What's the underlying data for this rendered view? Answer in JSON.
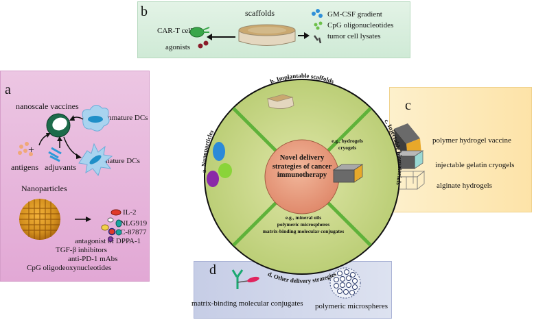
{
  "panel_b": {
    "letter": "b",
    "scaffolds": "scaffolds",
    "car_t_cells": "CAR-T cells",
    "agonists": "agonists",
    "gm_csf": "GM-CSF gradient",
    "cpg_oligo": "CpG oligonucleotides",
    "tumor_lysates": "tumor cell lysates"
  },
  "panel_a": {
    "letter": "a",
    "nanoscale_vaccines": "nanoscale vaccines",
    "immature_dcs": "immature DCs",
    "mature_dcs": "mature DCs",
    "antigens": "antigens",
    "plus": "+",
    "adjuvants": "adjuvants",
    "nanoparticles": "Nanoparticles",
    "il2": "IL-2",
    "nlg919": "NLG919",
    "nsc": "NSC-87877",
    "dppa": "antagonist of DPPA-1",
    "tgf": "TGF-β inhibitors",
    "pd1": "anti-PD-1 mAbs",
    "cpg_odn": "CpG oligodeoxynucleotides"
  },
  "panel_c": {
    "letter": "c",
    "polymer_vaccine": "polymer hydrogel vaccine",
    "gelatin_cryogels": "injectable gelatin cryogels",
    "alginate": "alginate hydrogels"
  },
  "panel_d": {
    "letter": "d",
    "matrix_conjugates": "matrix-binding molecular conjugates",
    "microspheres": "polymeric microspheres"
  },
  "center": {
    "title_line1": "Novel delivery",
    "title_line2": "strategies of cancer",
    "title_line3": "immunotherapy",
    "quadrant_top": "b. Implantable scaffolds",
    "quadrant_right": "c. Injectable biomaterials",
    "quadrant_bottom": "d. Other delivery strategies",
    "quadrant_left": "a. Nanoparticles",
    "inject_eg1": "e.g., hydrogels",
    "inject_eg2": "cryogels",
    "other_eg1": "e.g., mineral oils",
    "other_eg2": "polymeric microspheres",
    "other_eg3": "matrix-binding molecular conjugates"
  },
  "colors": {
    "circle_fill": "#c9d98c",
    "circle_divider": "#5fb23a",
    "center_fill": "#e6967a",
    "panel_a_bg": "#e2a8d5",
    "panel_b_bg": "#d5edda",
    "panel_c_bg": "#fde3a8",
    "panel_d_bg": "#c6cde6"
  }
}
